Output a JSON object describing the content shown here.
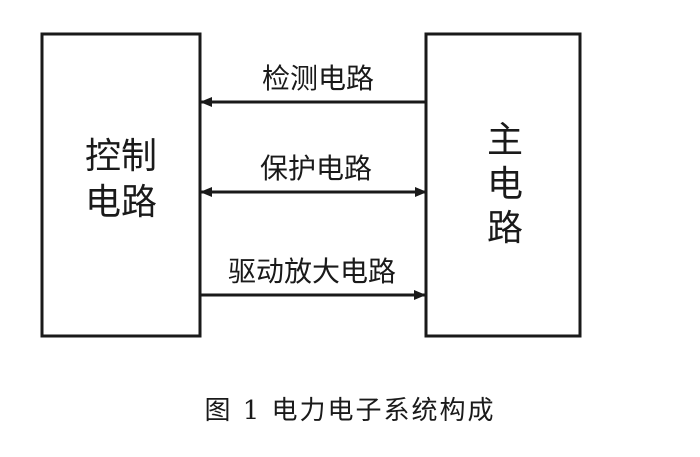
{
  "left_box": {
    "line1": "控制",
    "line2": "电路"
  },
  "right_box": {
    "line1": "主",
    "line2": "电",
    "line3": "路"
  },
  "arrows": {
    "detect": "检测电路",
    "protect": "保护电路",
    "drive": "驱动放大电路"
  },
  "caption": "图 1 电力电子系统构成"
}
